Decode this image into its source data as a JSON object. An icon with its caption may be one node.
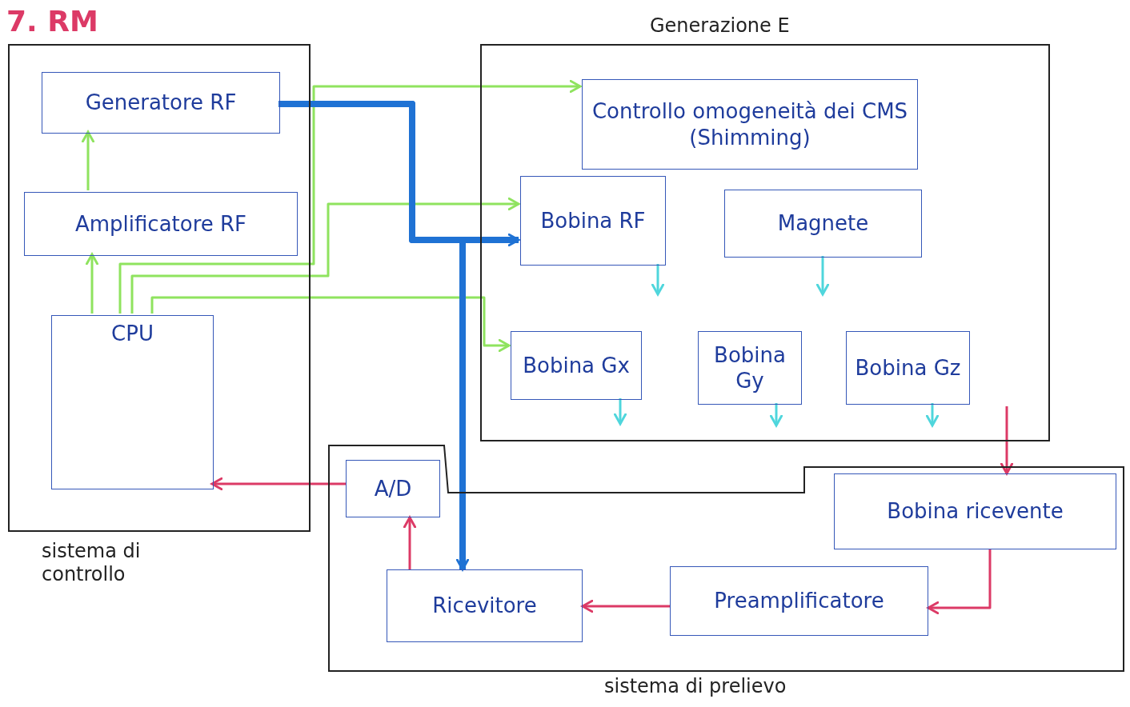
{
  "diagram": {
    "title": "7. RM",
    "nodes": [
      {
        "text": [
          "sistema di controllo"
        ]
      },
      {
        "text": [
          "Generatore RF"
        ],
        "in": 0
      },
      {
        "text": [
          "Amplificatore RF"
        ],
        "in": 0
      },
      {
        "text": [
          "CPU"
        ],
        "in": 0
      },
      {
        "text": [
          "Generazione E"
        ]
      },
      {
        "text": [
          "Controllo omogeneità dei CMS (Shimming)"
        ],
        "in": 4
      },
      {
        "text": [
          "Bobina RF"
        ],
        "in": 4
      },
      {
        "text": [
          "Magnete"
        ],
        "in": 4
      },
      {
        "text": [
          "Bobina Gx"
        ],
        "in": 4
      },
      {
        "text": [
          "Bobina Gy"
        ],
        "in": 4
      },
      {
        "text": [
          "Bobina Gz"
        ],
        "in": 4
      },
      {
        "text": [
          "sistema di prelievo"
        ]
      },
      {
        "text": [
          "A/D"
        ],
        "in": 11
      },
      {
        "text": [
          "Bobina ricevente"
        ],
        "in": 11
      },
      {
        "text": [
          "Ricevitore"
        ],
        "in": 11
      },
      {
        "text": [
          "Preamplificatore"
        ],
        "in": 11
      }
    ],
    "edges": [
      {
        "from": 3,
        "to": 2,
        "arrow": "to",
        "color": "#8fe35f"
      },
      {
        "from": 2,
        "to": 1,
        "arrow": "to",
        "color": "#8fe35f"
      },
      {
        "from": 3,
        "to": 5,
        "arrow": "to",
        "color": "#8fe35f"
      },
      {
        "from": 3,
        "to": 6,
        "arrow": "to",
        "color": "#8fe35f"
      },
      {
        "from": 3,
        "to": 8,
        "arrow": "to",
        "color": "#8fe35f"
      },
      {
        "from": 1,
        "to": 6,
        "arrow": "to",
        "style": "thick",
        "color": "#1f72d4"
      },
      {
        "from": 1,
        "to": 14,
        "arrow": "to",
        "style": "thick",
        "color": "#1f72d4"
      },
      {
        "from": 6,
        "to": null,
        "arrow": "to",
        "color": "#4fd6dc"
      },
      {
        "from": 7,
        "to": null,
        "arrow": "to",
        "color": "#4fd6dc"
      },
      {
        "from": 8,
        "to": null,
        "arrow": "to",
        "color": "#4fd6dc"
      },
      {
        "from": 9,
        "to": null,
        "arrow": "to",
        "color": "#4fd6dc"
      },
      {
        "from": 10,
        "to": null,
        "arrow": "to",
        "color": "#4fd6dc"
      },
      {
        "from": null,
        "to": 13,
        "arrow": "to",
        "color": "#dc3a66"
      },
      {
        "from": 13,
        "to": 15,
        "arrow": "to",
        "color": "#dc3a66"
      },
      {
        "from": 15,
        "to": 14,
        "arrow": "to",
        "color": "#dc3a66"
      },
      {
        "from": 14,
        "to": 12,
        "arrow": "to",
        "color": "#dc3a66"
      },
      {
        "from": 12,
        "to": 3,
        "arrow": "to",
        "color": "#dc3a66"
      }
    ]
  }
}
